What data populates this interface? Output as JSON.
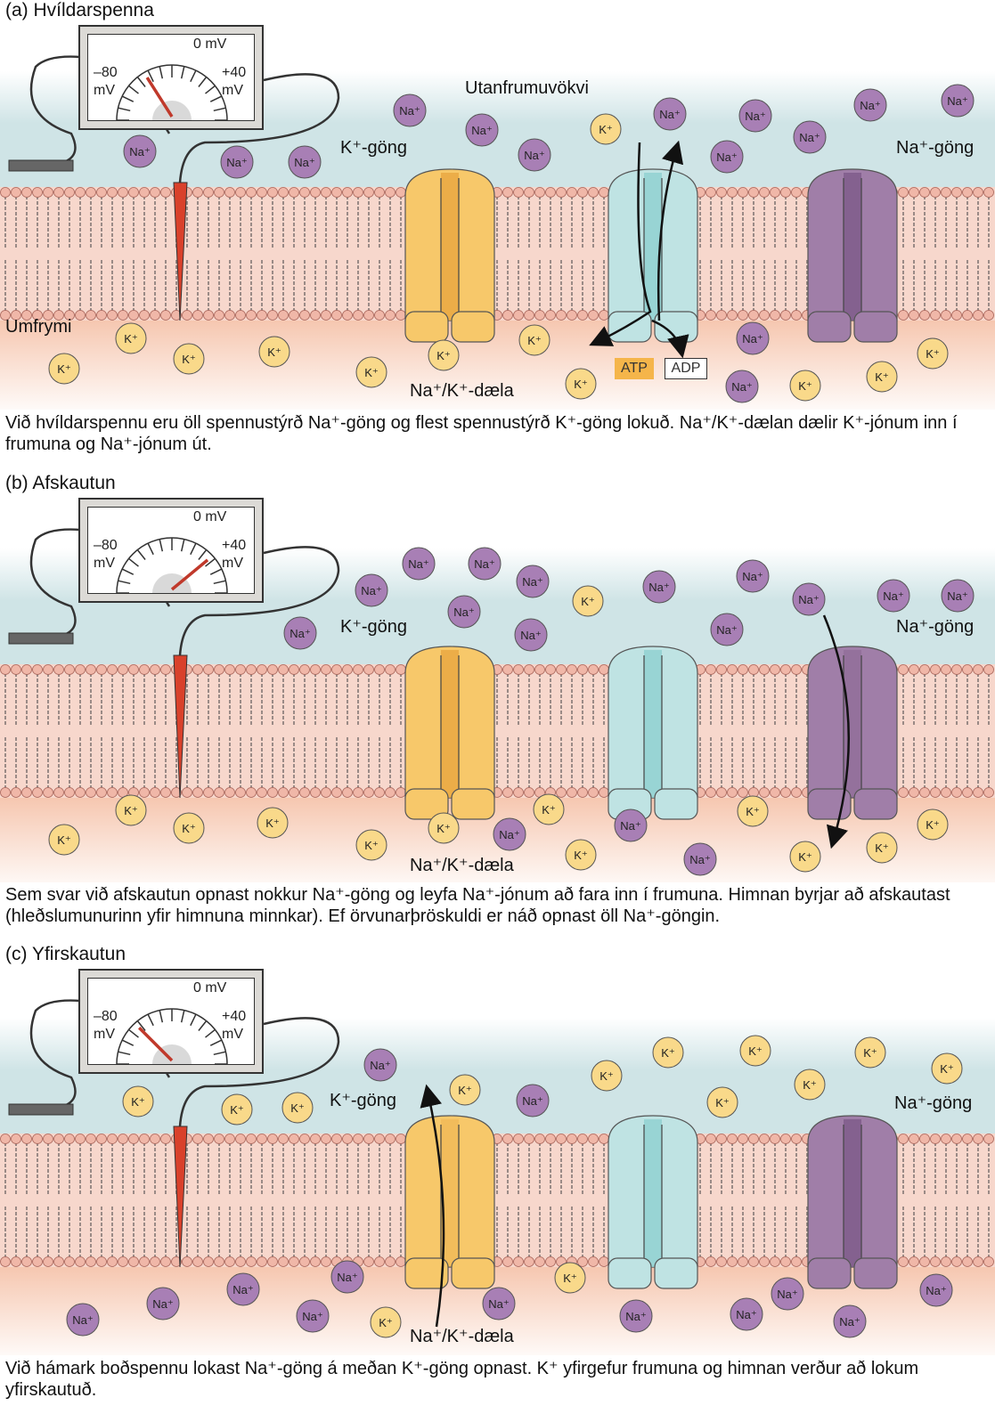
{
  "panels": [
    {
      "title": "(a) Hvíldarspenna",
      "caption": "Við hvíldarspennu eru öll spennustýrð Na⁺-göng og flest spennustýrð K⁺-göng lokuð. Na⁺/K⁺-dælan dælir K⁺-jónum inn í frumuna og Na⁺-jónum út.",
      "extracellular_label": "Utanfrumuvökvi",
      "cytoplasm_label": "Umfrymi",
      "k_channel_label": "K⁺-göng",
      "na_channel_label": "Na⁺-göng",
      "pump_label": "Na⁺/K⁺-dæla",
      "atp_label": "ATP",
      "adp_label": "ADP",
      "meter": {
        "zero": "0 mV",
        "min": "–80",
        "max": "+40",
        "unit_left": "mV",
        "unit_right": "mV"
      }
    },
    {
      "title": "(b) Afskautun",
      "caption": "Sem svar við afskautun opnast nokkur Na⁺-göng og leyfa Na⁺-jónum að fara inn í frumuna. Himnan byrjar að afskautast (hleðslumunurinn yfir himnuna minnkar). Ef örvunarþröskuldi er náð opnast öll Na⁺-göngin.",
      "k_channel_label": "K⁺-göng",
      "na_channel_label": "Na⁺-göng",
      "pump_label": "Na⁺/K⁺-dæla",
      "meter": {
        "zero": "0 mV",
        "min": "–80",
        "max": "+40",
        "unit_left": "mV",
        "unit_right": "mV"
      }
    },
    {
      "title": "(c) Yfirskautun",
      "caption": "Við hámark boðspennu lokast Na⁺-göng á meðan K⁺-göng opnast. K⁺ yfirgefur frumuna og himnan verður að lokum yfirskautuð.",
      "k_channel_label": "K⁺-göng",
      "na_channel_label": "Na⁺-göng",
      "pump_label": "Na⁺/K⁺-dæla",
      "meter": {
        "zero": "0 mV",
        "min": "–80",
        "max": "+40",
        "unit_left": "mV",
        "unit_right": "mV"
      }
    }
  ],
  "ion_labels": {
    "na": "Na⁺",
    "k": "K⁺"
  },
  "colors": {
    "extracellular": "#cfe4e6",
    "cytoplasm": "#f6c7b0",
    "membrane": "#f0b7a8",
    "na_ion": "#a87fb5",
    "k_ion": "#f9d98a",
    "k_channel": "#f7c86a",
    "pump": "#bfe3e3",
    "na_channel": "#a07ea8",
    "electrode": "#d9412b"
  }
}
